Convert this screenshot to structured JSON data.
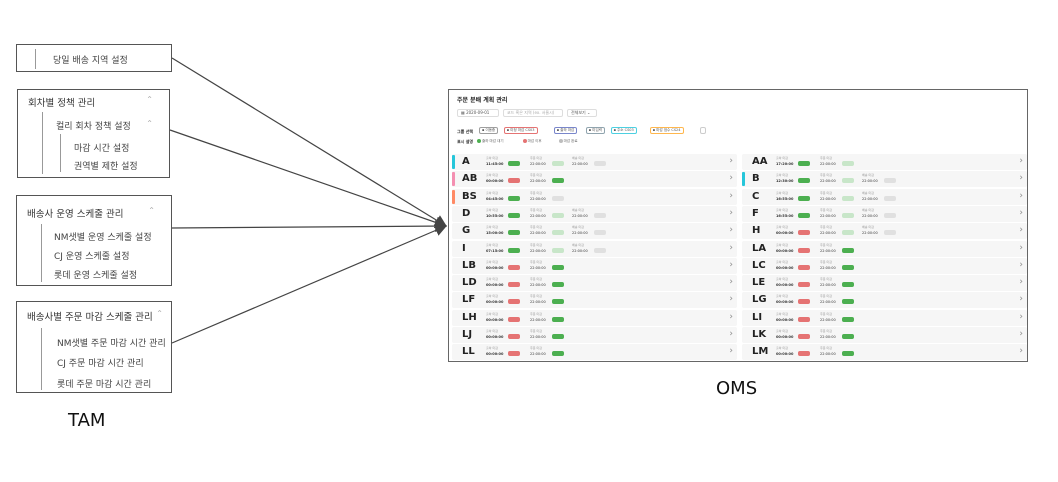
{
  "tam": {
    "caption": "TAM",
    "box1": {
      "item": "당일 배송 지역 설정"
    },
    "box2": {
      "title": "회차별 정책 관리",
      "subgroup": "컬리 회차 정책 설정",
      "items": [
        "마감 시간 설정",
        "권역별 제한 설정"
      ]
    },
    "box3": {
      "title": "배송사 운영 스케줄 관리",
      "items": [
        "NM샛별 운영 스케줄 설정",
        "CJ 운영 스케줄 설정",
        "롯데 운영 스케줄 설정"
      ]
    },
    "box4": {
      "title": "배송사별 주문 마감 스케줄 관리",
      "items": [
        "NM샛별 주문 마감 시간 관리",
        "CJ 주문 마감 시간 관리",
        "롯데 주문 마감 시간 관리"
      ]
    }
  },
  "oms": {
    "caption": "OMS",
    "title": "주문 분배 계획 관리",
    "date": "2020-09-01",
    "search_placeholder": "코드 혹은 지역 (ex. 서울시)",
    "select_value": "전체보기",
    "filter_label": "그룹 선택",
    "chips": [
      {
        "label": "이동중",
        "color": "#9e9e9e"
      },
      {
        "label": "미정 마감 CS03",
        "color": "#e57373"
      },
      {
        "label": "출하 마감",
        "color": "#7986cb"
      },
      {
        "label": "미입력",
        "color": "#90a4ae"
      },
      {
        "label": "주소 CS03",
        "color": "#4dd0e1"
      },
      {
        "label": "마감 엄수 CS24",
        "color": "#ffb74d"
      }
    ],
    "legend_label": "표시 설명",
    "legend": [
      {
        "label": "출하 마감 대기",
        "color": "#4caf50"
      },
      {
        "label": "마감 이후",
        "color": "#e57373"
      },
      {
        "label": "마감 완료",
        "color": "#bdbdbd"
      }
    ],
    "left_cards": [
      {
        "code": "A",
        "accent": "#26c6da",
        "time1": "11:45:00",
        "tags": [
          "#4caf50",
          "#c8e6c9",
          "#e0e0e0"
        ]
      },
      {
        "code": "AB",
        "accent": "#f48fb1",
        "time1": "00:00:00",
        "tags": [
          "#e57373",
          "#4caf50"
        ]
      },
      {
        "code": "BS",
        "accent": "#ff8a65",
        "time1": "04:45:00",
        "tags": [
          "#4caf50",
          "#e0e0e0"
        ]
      },
      {
        "code": "D",
        "accent": "",
        "time1": "10:55:00",
        "tags": [
          "#4caf50",
          "#c8e6c9",
          "#e0e0e0"
        ]
      },
      {
        "code": "G",
        "accent": "",
        "time1": "15:00:00",
        "tags": [
          "#4caf50",
          "#c8e6c9",
          "#e0e0e0"
        ]
      },
      {
        "code": "I",
        "accent": "",
        "time1": "07:15:00",
        "tags": [
          "#4caf50",
          "#c8e6c9",
          "#e0e0e0"
        ]
      },
      {
        "code": "LB",
        "accent": "",
        "time1": "00:00:00",
        "tags": [
          "#e57373",
          "#4caf50"
        ]
      },
      {
        "code": "LD",
        "accent": "",
        "time1": "00:00:00",
        "tags": [
          "#e57373",
          "#4caf50"
        ]
      },
      {
        "code": "LF",
        "accent": "",
        "time1": "00:00:00",
        "tags": [
          "#e57373",
          "#4caf50"
        ]
      },
      {
        "code": "LH",
        "accent": "",
        "time1": "00:00:00",
        "tags": [
          "#e57373",
          "#4caf50"
        ]
      },
      {
        "code": "LJ",
        "accent": "",
        "time1": "00:00:00",
        "tags": [
          "#e57373",
          "#4caf50"
        ]
      },
      {
        "code": "LL",
        "accent": "",
        "time1": "00:00:00",
        "tags": [
          "#e57373",
          "#4caf50"
        ]
      }
    ],
    "right_cards": [
      {
        "code": "AA",
        "accent": "",
        "time1": "17:20:00",
        "tags": [
          "#4caf50",
          "#c8e6c9"
        ]
      },
      {
        "code": "B",
        "accent": "#26c6da",
        "time1": "12:30:00",
        "tags": [
          "#4caf50",
          "#c8e6c9",
          "#e0e0e0"
        ]
      },
      {
        "code": "C",
        "accent": "",
        "time1": "16:55:00",
        "tags": [
          "#4caf50",
          "#c8e6c9",
          "#e0e0e0"
        ]
      },
      {
        "code": "F",
        "accent": "",
        "time1": "16:55:00",
        "tags": [
          "#4caf50",
          "#c8e6c9",
          "#e0e0e0"
        ]
      },
      {
        "code": "H",
        "accent": "",
        "time1": "00:00:00",
        "tags": [
          "#e57373",
          "#c8e6c9",
          "#e0e0e0"
        ]
      },
      {
        "code": "LA",
        "accent": "",
        "time1": "00:00:00",
        "tags": [
          "#e57373",
          "#4caf50"
        ]
      },
      {
        "code": "LC",
        "accent": "",
        "time1": "00:00:00",
        "tags": [
          "#e57373",
          "#4caf50"
        ]
      },
      {
        "code": "LE",
        "accent": "",
        "time1": "00:00:00",
        "tags": [
          "#e57373",
          "#4caf50"
        ]
      },
      {
        "code": "LG",
        "accent": "",
        "time1": "00:00:00",
        "tags": [
          "#e57373",
          "#4caf50"
        ]
      },
      {
        "code": "LI",
        "accent": "",
        "time1": "00:00:00",
        "tags": [
          "#e57373",
          "#4caf50"
        ]
      },
      {
        "code": "LK",
        "accent": "",
        "time1": "00:00:00",
        "tags": [
          "#e57373",
          "#4caf50"
        ]
      },
      {
        "code": "LM",
        "accent": "",
        "time1": "00:00:00",
        "tags": [
          "#e57373",
          "#4caf50"
        ]
      }
    ],
    "card_labels": [
      "출하 마감",
      "주문 마감",
      "배송 마감"
    ],
    "card_time2": "22:00:00",
    "chevron": "›"
  }
}
